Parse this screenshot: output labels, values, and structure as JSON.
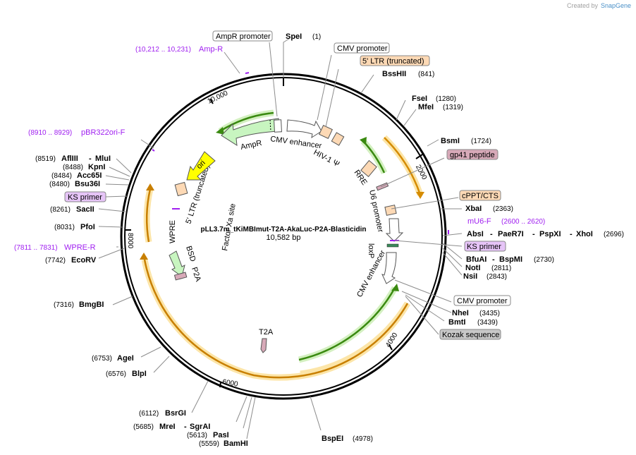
{
  "branding": {
    "created_by": "Created by",
    "product": "SnapGene"
  },
  "plasmid": {
    "name": "pLL3.7m_tKiMBImut-T2A-AkaLuc-P2A-Blasticidin",
    "size": "10,582 bp"
  },
  "ticks": [
    "2000",
    "4000",
    "6000",
    "8000",
    "10,000"
  ],
  "site_labels": [
    {
      "id": "spei",
      "name": "SpeI",
      "pos": "(1)"
    },
    {
      "id": "bsshii",
      "name": "BssHII",
      "pos": "(841)"
    },
    {
      "id": "fsei",
      "name": "FseI",
      "pos": "(1280)"
    },
    {
      "id": "mfei",
      "name": "MfeI",
      "pos": "(1319)"
    },
    {
      "id": "bsmi",
      "name": "BsmI",
      "pos": "(1724)"
    },
    {
      "id": "xbai",
      "name": "XbaI",
      "pos": "(2363)"
    },
    {
      "id": "absi",
      "name": "AbsI",
      "extra1": "PaeR7I",
      "extra2": "PspXI",
      "extra3": "XhoI",
      "pos": "(2696)"
    },
    {
      "id": "bfuai",
      "name": "BfuAI",
      "extra1": "BspMI",
      "pos": "(2730)"
    },
    {
      "id": "noti",
      "name": "NotI",
      "pos": "(2811)"
    },
    {
      "id": "nsii",
      "name": "NsiI",
      "pos": "(2843)"
    },
    {
      "id": "nhei",
      "name": "NheI",
      "pos": "(3435)"
    },
    {
      "id": "bmti",
      "name": "BmtI",
      "pos": "(3439)"
    },
    {
      "id": "bspei",
      "name": "BspEI",
      "pos": "(4978)"
    },
    {
      "id": "bamhi",
      "name": "BamHI",
      "pos": "(5559)"
    },
    {
      "id": "pasi",
      "name": "PasI",
      "pos": "(5613)"
    },
    {
      "id": "mrei",
      "name": "MreI",
      "extra1": "SgrAI",
      "pos": "(5685)"
    },
    {
      "id": "bsrgi",
      "name": "BsrGI",
      "pos": "(6112)"
    },
    {
      "id": "blpi",
      "name": "BlpI",
      "pos": "(6576)"
    },
    {
      "id": "agei",
      "name": "AgeI",
      "pos": "(6753)"
    },
    {
      "id": "bmgbi",
      "name": "BmgBI",
      "pos": "(7316)"
    },
    {
      "id": "ecorv",
      "name": "EcoRV",
      "pos": "(7742)"
    },
    {
      "id": "pfoi",
      "name": "PfoI",
      "pos": "(8031)"
    },
    {
      "id": "sacii",
      "name": "SacII",
      "pos": "(8261)"
    },
    {
      "id": "bsu36i",
      "name": "Bsu36I",
      "pos": "(8480)"
    },
    {
      "id": "acc65i",
      "name": "Acc65I",
      "pos": "(8484)"
    },
    {
      "id": "kpni",
      "name": "KpnI",
      "pos": "(8488)"
    },
    {
      "id": "afliii",
      "name": "AflIII",
      "extra1": "MluI",
      "pos": "(8519)"
    }
  ],
  "primers": [
    {
      "id": "ampr",
      "name": "Amp-R",
      "pos": "(10,212 .. 10,231)"
    },
    {
      "id": "pbr322",
      "name": "pBR322ori-F",
      "pos": "(8910 .. 8929)"
    },
    {
      "id": "wprer",
      "name": "WPRE-R",
      "pos": "(7811 .. 7831)"
    },
    {
      "id": "mu6f",
      "name": "mU6-F",
      "pos": "(2600 .. 2620)"
    }
  ],
  "boxed_labels": [
    {
      "id": "ampr-promoter",
      "text": "AmpR promoter",
      "style": "white"
    },
    {
      "id": "cmv-promoter-top",
      "text": "CMV promoter",
      "style": "white"
    },
    {
      "id": "ltr-trunc",
      "text": "5' LTR (truncated)",
      "style": "peach"
    },
    {
      "id": "gp41",
      "text": "gp41 peptide",
      "style": "pink"
    },
    {
      "id": "cppt",
      "text": "cPPT/CTS",
      "style": "peach"
    },
    {
      "id": "ks-primer-right",
      "text": "KS primer",
      "style": "purple"
    },
    {
      "id": "cmv-promoter-bot",
      "text": "CMV promoter",
      "style": "white"
    },
    {
      "id": "kozak",
      "text": "Kozak sequence",
      "style": "grey"
    },
    {
      "id": "ks-primer-left",
      "text": "KS primer",
      "style": "purple"
    }
  ],
  "feature_labels": {
    "ampr": "AmpR",
    "cmv_enhancer_top": "CMV enhancer",
    "hiv1": "HIV-1 Ψ",
    "rre": "RRE",
    "u6": "U6 promoter",
    "loxp": "loxP",
    "cmv_enhancer_right": "CMV enhancer",
    "t2a": "T2A",
    "p2a": "P2A",
    "bsd": "BSD",
    "wpre": "WPRE",
    "ltr_inner": "5' LTR (truncated)",
    "ori": "ori",
    "factor_xa": "Factor Xa site"
  },
  "colors": {
    "backbone": "#000000",
    "orf": "#f5a623",
    "orf_halo": "#fce5a8",
    "green_arrow": "#3a9a1a",
    "green_halo": "#d3f0c0",
    "ampr_fill": "#c8f5c0",
    "ori_fill": "#ffff00",
    "ltr_fill": "#fdd9b5",
    "primer": "#a020f0",
    "lead": "#8c8c8c",
    "pink_fill": "#d7a9b8",
    "purple_box": "#e6c4f7",
    "grey_box": "#c8c8c8"
  }
}
